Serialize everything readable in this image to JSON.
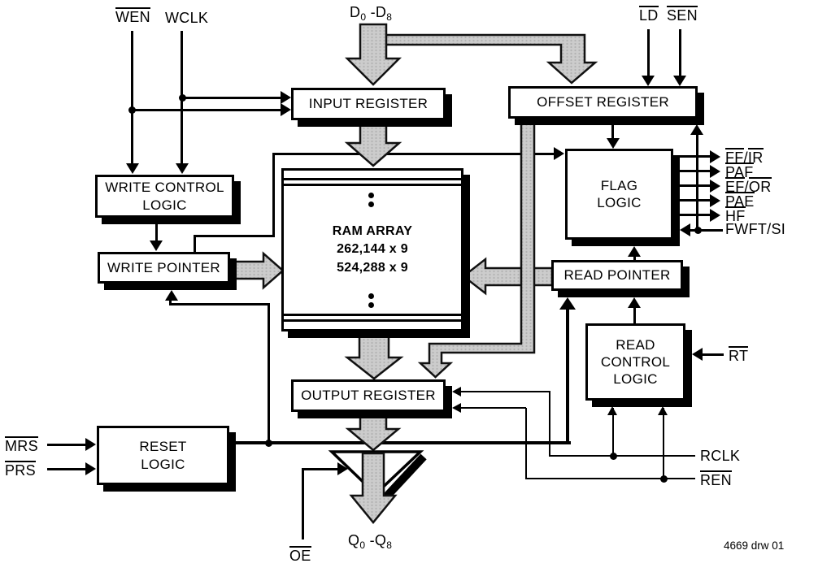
{
  "boxes": {
    "input_register": {
      "label": "INPUT REGISTER"
    },
    "offset_register": {
      "label": "OFFSET REGISTER"
    },
    "write_control_logic": {
      "line1": "WRITE CONTROL",
      "line2": "LOGIC"
    },
    "write_pointer": {
      "label": "WRITE POINTER"
    },
    "ram_array": {
      "line1": "RAM ARRAY",
      "line2": "262,144 x 9",
      "line3": "524,288 x 9"
    },
    "flag_logic": {
      "line1": "FLAG",
      "line2": "LOGIC"
    },
    "read_pointer": {
      "label": "READ POINTER"
    },
    "read_control_logic": {
      "line1": "READ",
      "line2": "CONTROL",
      "line3": "LOGIC"
    },
    "output_register": {
      "label": "OUTPUT REGISTER"
    },
    "reset_logic": {
      "line1": "RESET",
      "line2": "LOGIC"
    }
  },
  "signals": {
    "wen": "WEN",
    "wclk": "WCLK",
    "data_bus": {
      "base1": "D",
      "sub1": "0",
      "base2": " -D",
      "sub2": "8"
    },
    "ld": "LD",
    "sen": "SEN",
    "flags": [
      {
        "name": "FF/IR",
        "p1": "FF",
        "sep": "/",
        "p2": "IR"
      },
      {
        "name": "PAF",
        "p1": "PAF"
      },
      {
        "name": "EF/OR",
        "p1": "EF",
        "sep": "/",
        "p2": "OR"
      },
      {
        "name": "PAE",
        "p1": "PAE"
      },
      {
        "name": "HF",
        "p1": "HF"
      },
      {
        "name": "FWFT/SI",
        "p1": "FWFT/SI"
      }
    ],
    "rt": "RT",
    "rclk": "RCLK",
    "ren": "REN",
    "mrs": "MRS",
    "prs": "PRS",
    "oe": "OE",
    "q_bus": {
      "base1": "Q",
      "sub1": "0",
      "base2": " -Q",
      "sub2": "8"
    }
  },
  "footnote": "4669 drw 01",
  "colors": {
    "line": "#000000",
    "arrow_fill": "#cccccc",
    "arrow_texture": "#b2b2b2",
    "background": "#ffffff"
  }
}
